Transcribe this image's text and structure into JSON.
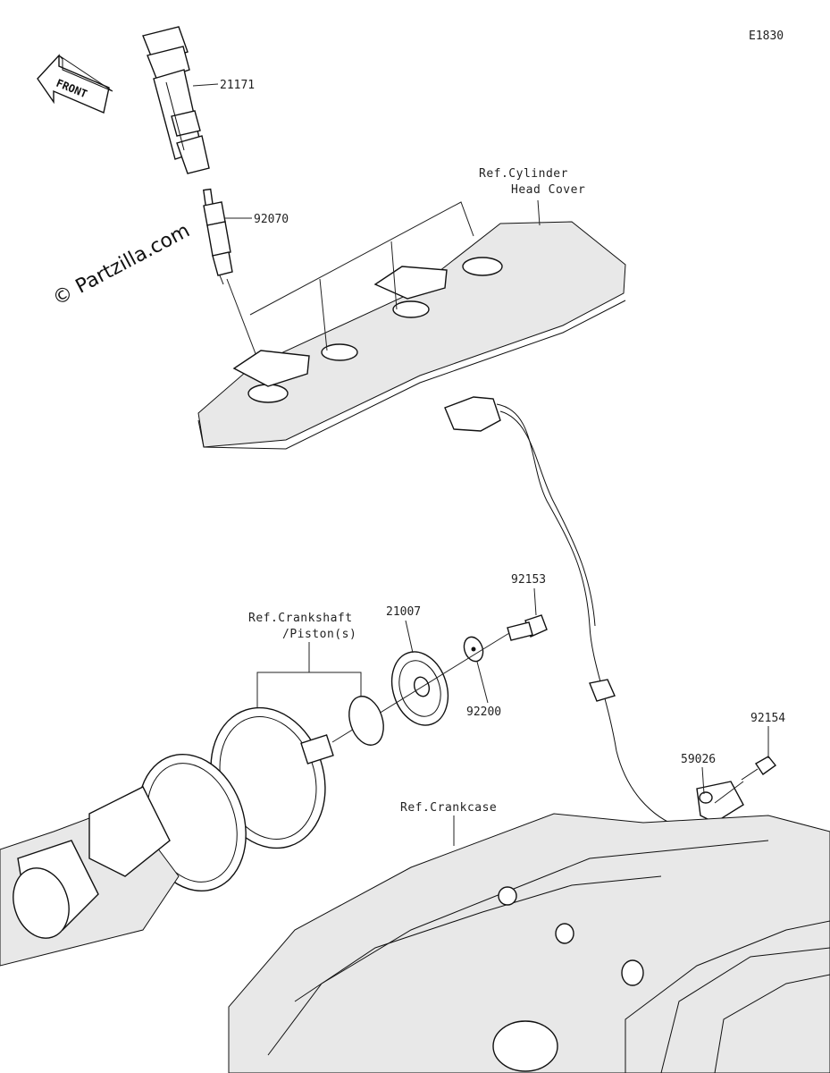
{
  "diagram_code": "E1830",
  "watermark": "© Partzilla.com",
  "front_arrow": {
    "label": "FRONT"
  },
  "parts": [
    {
      "number": "21171"
    },
    {
      "number": "92070"
    },
    {
      "number": "92153"
    },
    {
      "number": "21007"
    },
    {
      "number": "92200"
    },
    {
      "number": "92154"
    },
    {
      "number": "59026"
    }
  ],
  "references": {
    "cylinder_head_cover": [
      "Ref.Cylinder",
      "Head Cover"
    ],
    "crankshaft": [
      "Ref.Crankshaft",
      "/Piston(s)"
    ],
    "crankcase": [
      "Ref.Crankcase"
    ]
  }
}
